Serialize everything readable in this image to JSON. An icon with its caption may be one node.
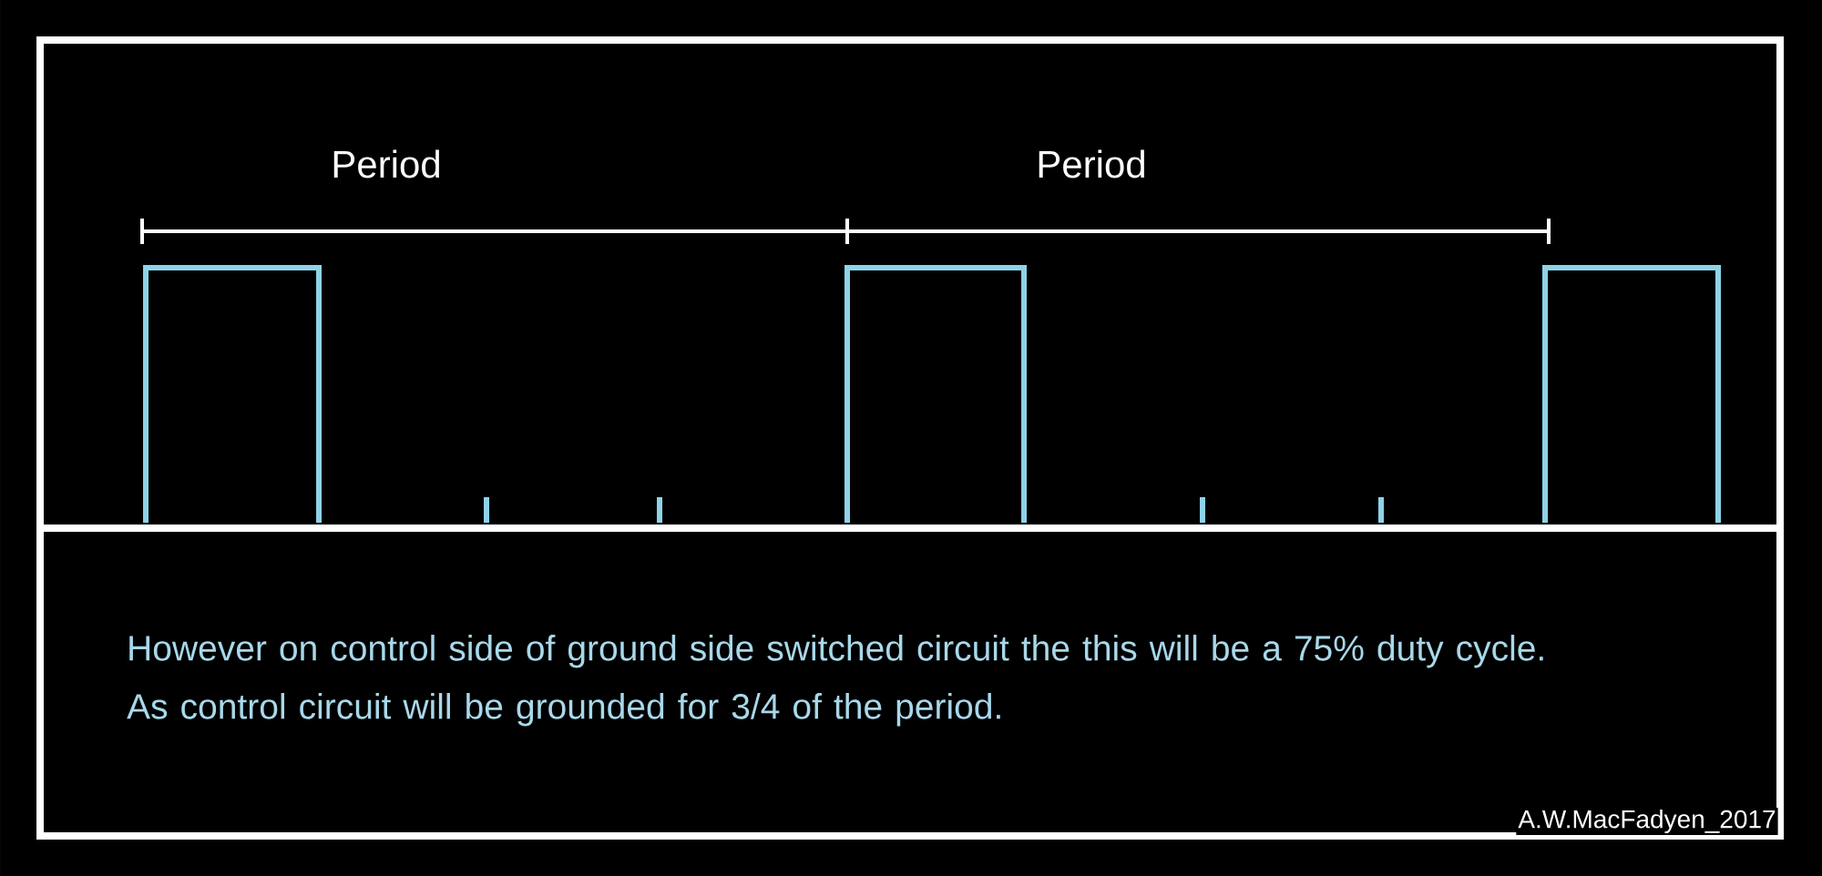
{
  "diagram": {
    "labels": [
      "Period",
      "Period",
      "However on control side of ground side switched circuit the this will be a 75% duty cycle. As control circuit will be grounded for 3/4 of the period.",
      "A.W.MacFadyen_2017"
    ]
  }
}
